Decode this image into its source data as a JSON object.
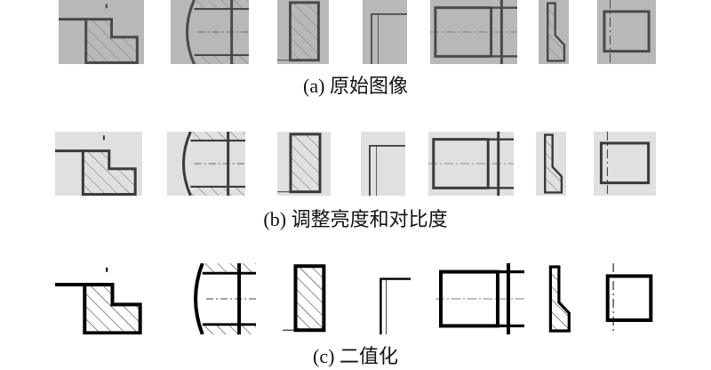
{
  "rows": [
    {
      "caption": "(a) 原始图像",
      "tile_bg": "#b8b8b8",
      "stroke": "#4a4a4a",
      "hatch": "#7a7a7a"
    },
    {
      "caption": "(b) 调整亮度和对比度",
      "tile_bg": "#e0e0e0",
      "stroke": "#3a3a3a",
      "hatch": "#6a6a6a"
    },
    {
      "caption": "(c) 二值化",
      "tile_bg": "#ffffff",
      "stroke": "#000000",
      "hatch": "#222222"
    }
  ]
}
